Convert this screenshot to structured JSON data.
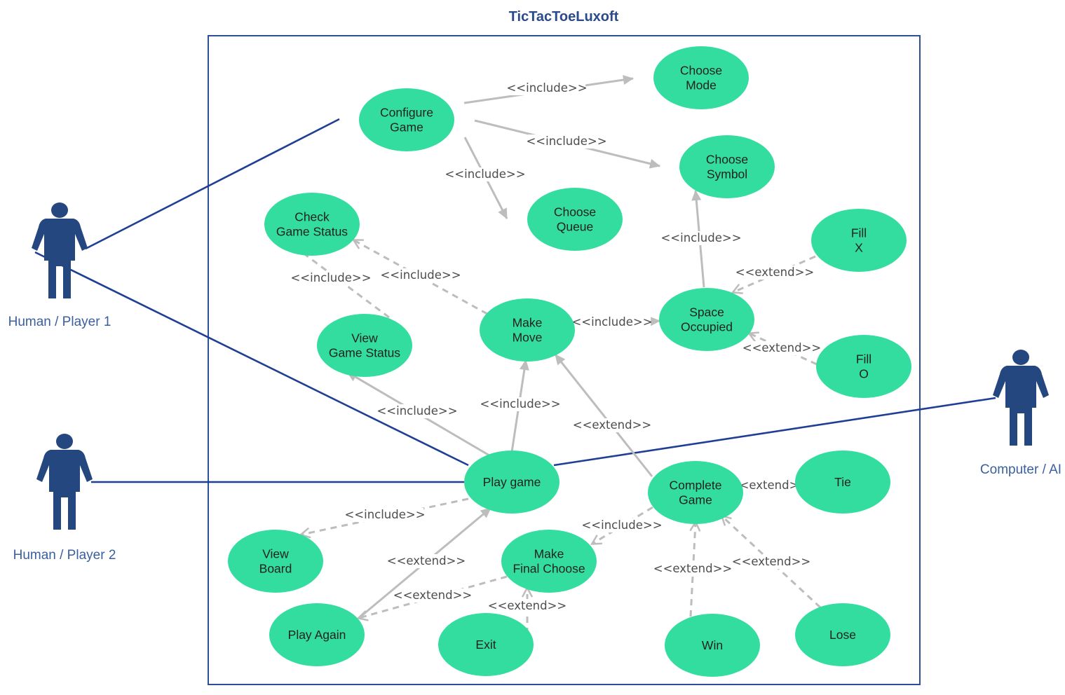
{
  "title": "TicTacToeLuxoft",
  "colors": {
    "usecase": "#33dd9f",
    "actor": "#25477f",
    "association": "#1f3f94",
    "relation": "#bdbdbd",
    "boundary": "#2f4f9a"
  },
  "actors": [
    {
      "id": "player1",
      "label": "Human / Player 1"
    },
    {
      "id": "player2",
      "label": "Human / Player 2"
    },
    {
      "id": "ai",
      "label": "Computer / AI"
    }
  ],
  "use_cases": [
    {
      "id": "configure",
      "lines": [
        "Configure",
        "Game"
      ]
    },
    {
      "id": "choose_mode",
      "lines": [
        "Choose",
        "Mode"
      ]
    },
    {
      "id": "choose_symbol",
      "lines": [
        "Choose",
        "Symbol"
      ]
    },
    {
      "id": "choose_queue",
      "lines": [
        "Choose",
        "Queue"
      ]
    },
    {
      "id": "check_status",
      "lines": [
        "Check",
        "Game Status"
      ]
    },
    {
      "id": "fill_x",
      "lines": [
        "Fill",
        "X"
      ]
    },
    {
      "id": "fill_o",
      "lines": [
        "Fill",
        "O"
      ]
    },
    {
      "id": "space_occupied",
      "lines": [
        "Space",
        "Occupied"
      ]
    },
    {
      "id": "make_move",
      "lines": [
        "Make",
        "Move"
      ]
    },
    {
      "id": "view_status",
      "lines": [
        "View",
        "Game Status"
      ]
    },
    {
      "id": "play_game",
      "lines": [
        "Play game"
      ]
    },
    {
      "id": "complete_game",
      "lines": [
        "Complete",
        "Game"
      ]
    },
    {
      "id": "tie",
      "lines": [
        "Tie"
      ]
    },
    {
      "id": "view_board",
      "lines": [
        "View",
        "Board"
      ]
    },
    {
      "id": "make_final",
      "lines": [
        "Make",
        "Final Choose"
      ]
    },
    {
      "id": "play_again",
      "lines": [
        "Play Again"
      ]
    },
    {
      "id": "exit",
      "lines": [
        "Exit"
      ]
    },
    {
      "id": "win",
      "lines": [
        "Win"
      ]
    },
    {
      "id": "lose",
      "lines": [
        "Lose"
      ]
    }
  ],
  "associations": [
    {
      "actor": "player1",
      "use_case": "configure"
    },
    {
      "actor": "player1",
      "use_case": "play_game"
    },
    {
      "actor": "player2",
      "use_case": "play_game"
    },
    {
      "actor": "ai",
      "use_case": "play_game"
    }
  ],
  "relations": [
    {
      "id": "r1",
      "type": "include",
      "label": "<<include>>",
      "from": "configure",
      "to": "choose_mode"
    },
    {
      "id": "r2",
      "type": "include",
      "label": "<<include>>",
      "from": "configure",
      "to": "choose_symbol"
    },
    {
      "id": "r3",
      "type": "include",
      "label": "<<include>>",
      "from": "configure",
      "to": "choose_queue"
    },
    {
      "id": "r4",
      "type": "include",
      "label": "<<include>>",
      "from": "space_occupied",
      "to": "choose_symbol"
    },
    {
      "id": "r5",
      "type": "extend",
      "label": "<<extend>>",
      "from": "fill_x",
      "to": "space_occupied"
    },
    {
      "id": "r6",
      "type": "extend",
      "label": "<<extend>>",
      "from": "fill_o",
      "to": "space_occupied"
    },
    {
      "id": "r7",
      "type": "include",
      "label": "<<include>>",
      "from": "make_move",
      "to": "space_occupied"
    },
    {
      "id": "r8",
      "type": "include",
      "label": "<<include>>",
      "from": "make_move",
      "to": "check_status"
    },
    {
      "id": "r9",
      "type": "include",
      "label": "<<include>>",
      "from": "view_status",
      "to": "check_status"
    },
    {
      "id": "r10",
      "type": "include",
      "label": "<<include>>",
      "from": "play_game",
      "to": "view_status"
    },
    {
      "id": "r11",
      "type": "include",
      "label": "<<include>>",
      "from": "play_game",
      "to": "make_move"
    },
    {
      "id": "r12",
      "type": "extend",
      "label": "<<extend>>",
      "from": "complete_game",
      "to": "make_move"
    },
    {
      "id": "r13",
      "type": "extend",
      "label": "<<extend>>",
      "from": "tie",
      "to": "complete_game"
    },
    {
      "id": "r14",
      "type": "include",
      "label": "<<include>>",
      "from": "play_game",
      "to": "view_board"
    },
    {
      "id": "r15",
      "type": "include",
      "label": "<<include>>",
      "from": "complete_game",
      "to": "make_final"
    },
    {
      "id": "r16",
      "type": "extend",
      "label": "<<extend>>",
      "from": "play_again",
      "to": "play_game"
    },
    {
      "id": "r17",
      "type": "extend",
      "label": "<<extend>>",
      "from": "make_final",
      "to": "play_again"
    },
    {
      "id": "r18",
      "type": "extend",
      "label": "<<extend>>",
      "from": "exit",
      "to": "make_final"
    },
    {
      "id": "r19",
      "type": "extend",
      "label": "<<extend>>",
      "from": "win",
      "to": "complete_game"
    },
    {
      "id": "r20",
      "type": "extend",
      "label": "<<extend>>",
      "from": "lose",
      "to": "complete_game"
    }
  ]
}
